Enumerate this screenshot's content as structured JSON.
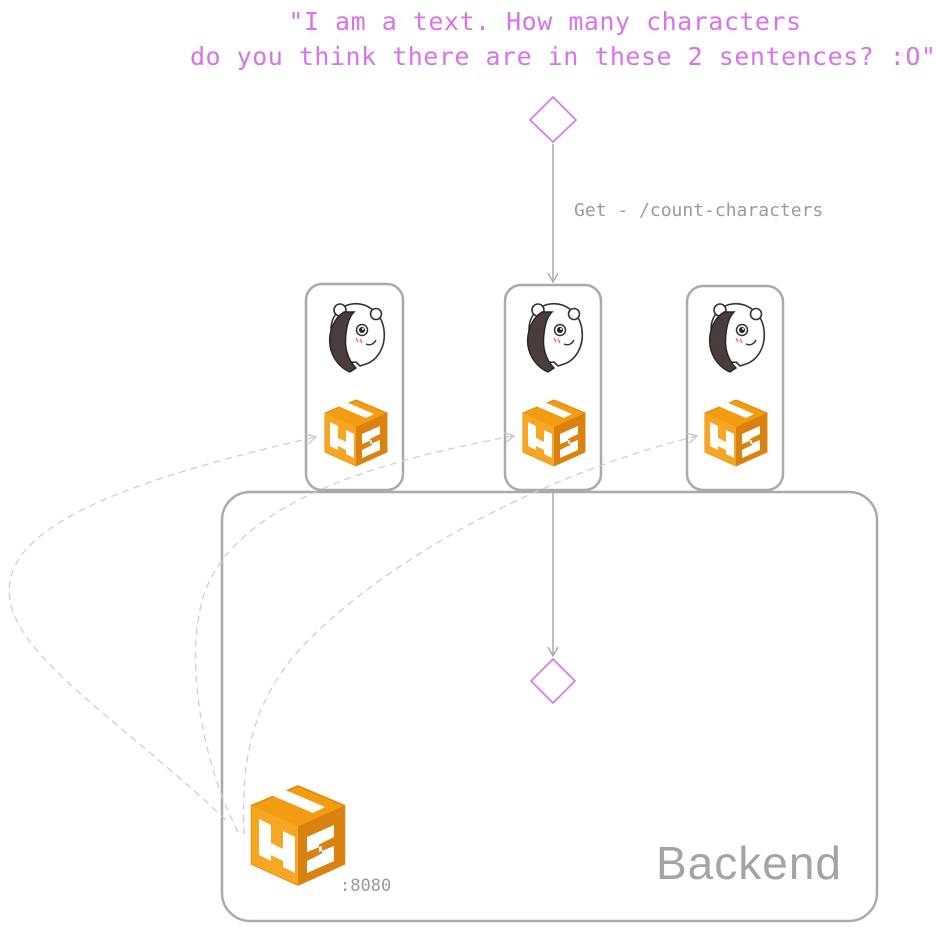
{
  "request_text": {
    "line1": "\"I am a text. How many characters",
    "line2": "do you think there are in these 2 sentences? :O\""
  },
  "endpoint_label": "Get - /count-characters",
  "backend": {
    "label": "Backend",
    "port": ":8080"
  },
  "instances": [
    {
      "icons": [
        "bear-mascot-icon",
        "orange-cube-logo-icon"
      ]
    },
    {
      "icons": [
        "bear-mascot-icon",
        "orange-cube-logo-icon"
      ]
    },
    {
      "icons": [
        "bear-mascot-icon",
        "orange-cube-logo-icon"
      ]
    }
  ],
  "colors": {
    "accent": "#d774e8",
    "stroke": "#a9aaae",
    "text_gray": "#9a9a9e",
    "cube_orange": "#f39c12",
    "cube_dark": "#d9820f",
    "dashed": "#d0d0d0"
  }
}
